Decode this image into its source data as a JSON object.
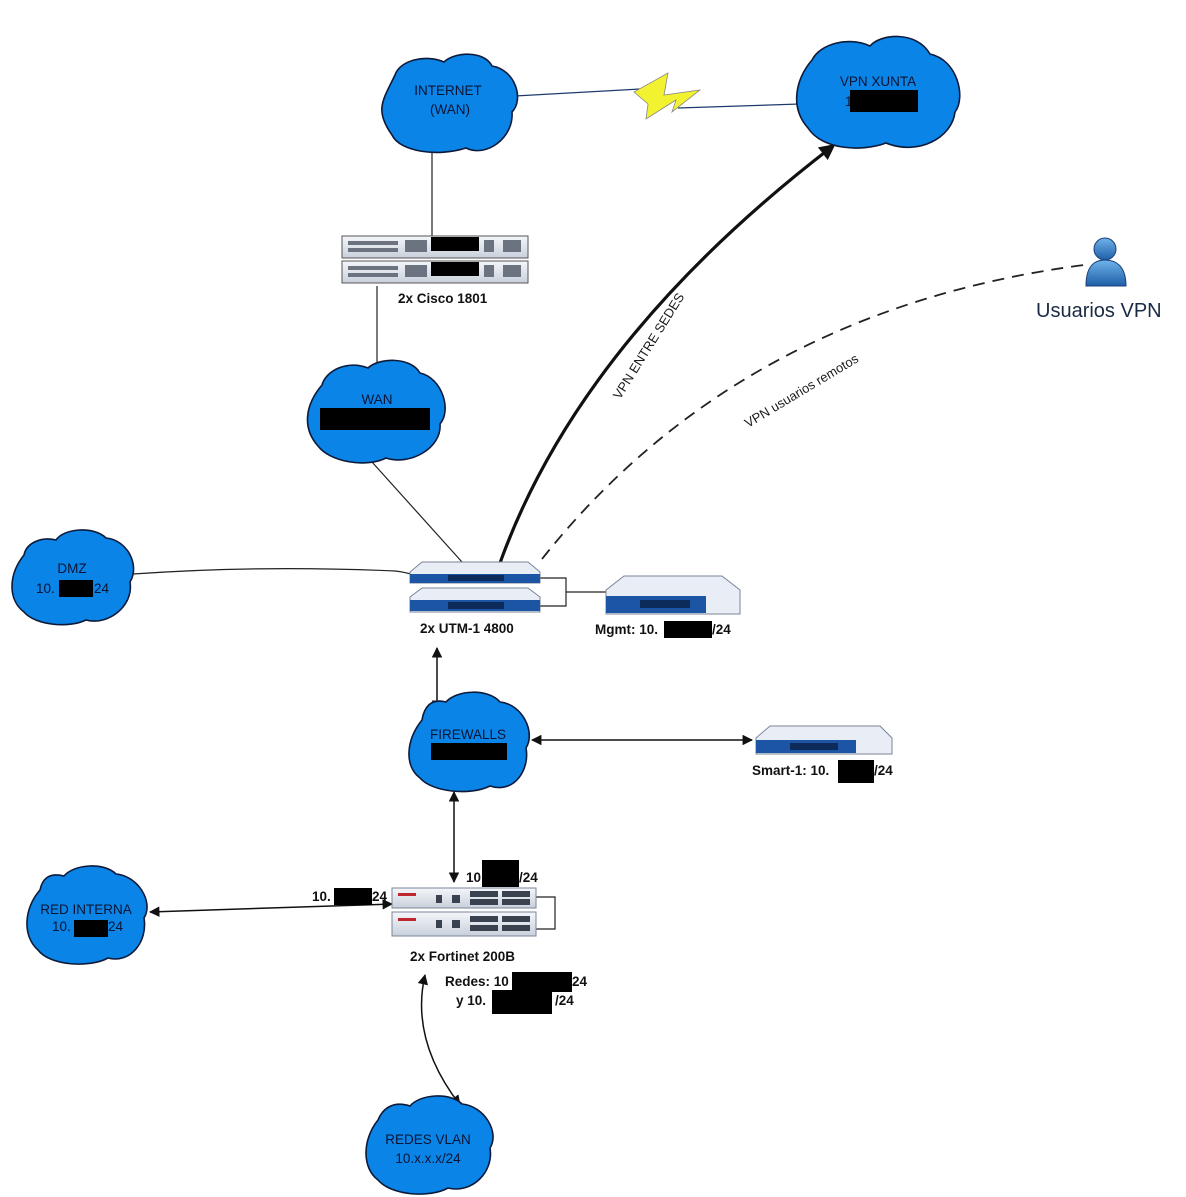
{
  "clouds": {
    "internet": {
      "line1": "INTERNET",
      "line2": "(WAN)"
    },
    "vpn_xunta": {
      "line1": "VPN XUNTA",
      "line2": "1"
    },
    "wan": {
      "line1": "WAN"
    },
    "dmz": {
      "line1": "DMZ",
      "line2_prefix": "10.",
      "line2_suffix": "24"
    },
    "firewalls": {
      "line1": "FIREWALLS"
    },
    "red_interna": {
      "line1": "RED INTERNA",
      "line2_prefix": "10.",
      "line2_suffix": "24"
    },
    "redes_vlan": {
      "line1": "REDES VLAN",
      "line2": "10.x.x.x/24"
    }
  },
  "devices": {
    "cisco": {
      "label": "2x Cisco 1801"
    },
    "utm": {
      "label": "2x UTM-1 4800"
    },
    "mgmt": {
      "label_prefix": "Mgmt: 10.",
      "label_suffix": "/24"
    },
    "smart1": {
      "label_prefix": "Smart-1: 10.",
      "label_suffix": "/24"
    },
    "fortinet": {
      "label": "2x Fortinet 200B",
      "left_ip_prefix": "10.",
      "left_ip_suffix": "24",
      "top_ip_prefix": "10",
      "top_ip_suffix": "/24",
      "redes_prefix": "Redes: 10",
      "redes_suffix": "24",
      "y_prefix": "y 10.",
      "y_suffix": "/24"
    }
  },
  "users": {
    "label": "Usuarios VPN"
  },
  "links": {
    "vpn_entre_sedes": "VPN ENTRE SEDES",
    "vpn_usuarios": "VPN usuarios remotos"
  },
  "colors": {
    "cloud_fill": "#0a84e6",
    "cloud_stroke": "#0d1a3a",
    "lightning": "#f2f230",
    "device_blue": "#1b55a3",
    "redaction": "#000000"
  }
}
